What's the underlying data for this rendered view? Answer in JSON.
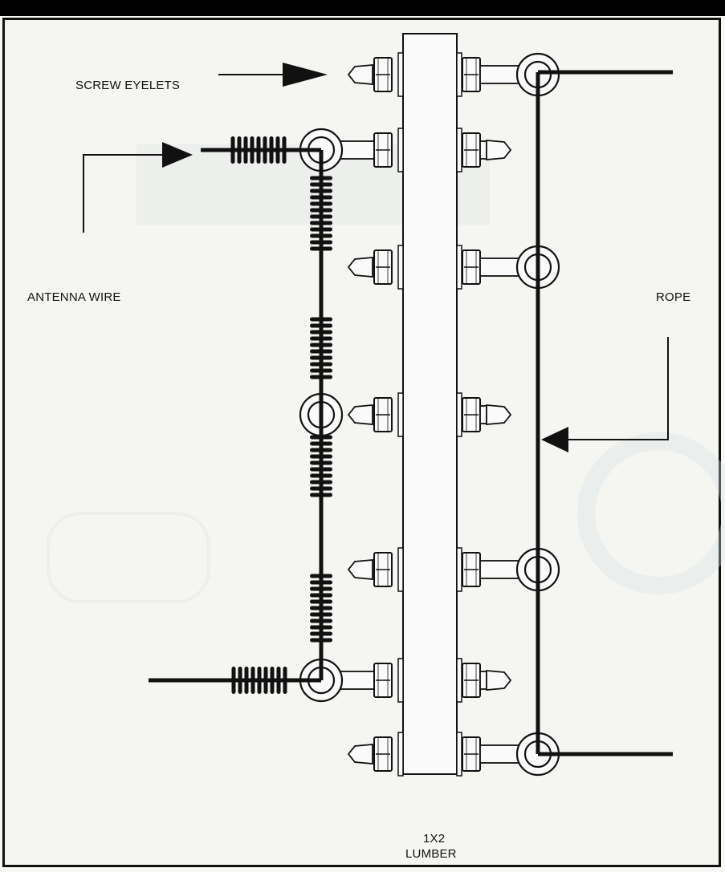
{
  "labels": {
    "screw_eyelets": "SCREW EYELETS",
    "antenna_wire": "ANTENNA WIRE",
    "rope": "ROPE",
    "lumber_line1": "1X2",
    "lumber_line2": "LUMBER"
  },
  "colors": {
    "ink": "#111111",
    "paper": "#f5f5f2",
    "hardware_fill": "#fafafa",
    "ghost": "#e6eaea"
  }
}
